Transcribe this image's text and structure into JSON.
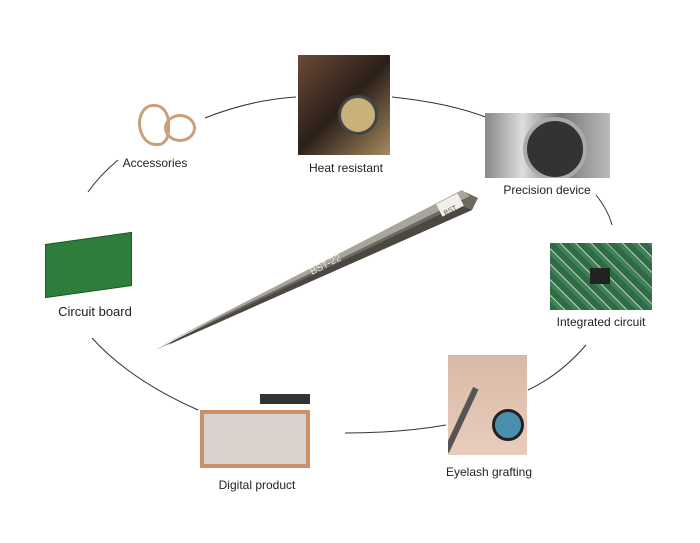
{
  "center": {
    "product_model": "BST-22",
    "brand_logo": "BST"
  },
  "applications": [
    {
      "label": "Heat resistant"
    },
    {
      "label": "Accessories"
    },
    {
      "label": "Precision device"
    },
    {
      "label": "Circuit board"
    },
    {
      "label": "Integrated circuit"
    },
    {
      "label": "Eyelash grafting"
    },
    {
      "label": "Digital product"
    }
  ]
}
